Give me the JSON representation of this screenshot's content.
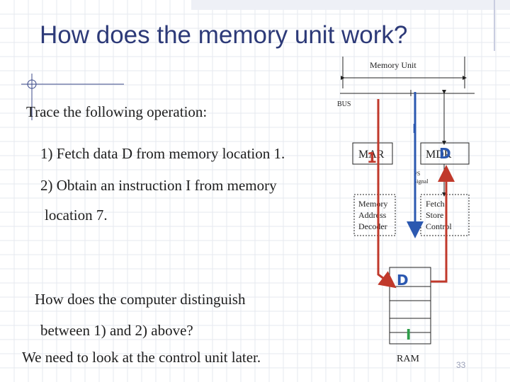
{
  "slide": {
    "title": "How does the memory unit work?",
    "intro": "Trace the following operation:",
    "step1": "1) Fetch data D from memory location 1.",
    "step2_line1": "2) Obtain an instruction I from memory",
    "step2_line2": "location 7.",
    "question_line1": "How does the computer distinguish",
    "question_line2": "between 1) and 2) above?",
    "conclusion": "We need to look at the control unit later.",
    "slide_number": "33"
  },
  "diagram": {
    "memory_unit_label": "Memory Unit",
    "bus_label": "BUS",
    "mar_label": "MAR",
    "mdr_label": "MDR",
    "io_signal_label_1": "I/S",
    "io_signal_label_2": "Signal",
    "decoder_label_1": "Memory",
    "decoder_label_2": "Address",
    "decoder_label_3": "Decoder",
    "control_label_1": "Fetch",
    "control_label_2": "Store",
    "control_label_3": "Control",
    "ram_label": "RAM",
    "marker_address": "1",
    "marker_data_mdr": "D",
    "marker_data_ram": "D",
    "marker_instruction_ram": "I",
    "marker_instruction_bus": "I",
    "colors": {
      "red": "#c0392b",
      "blue": "#2b58b0",
      "title": "#2d3a78"
    }
  }
}
